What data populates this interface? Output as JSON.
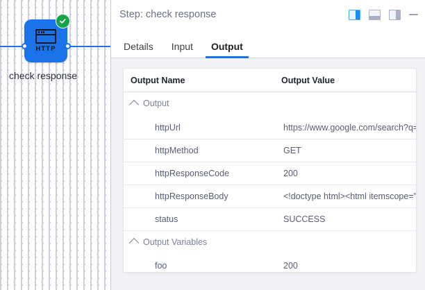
{
  "canvas": {
    "node": {
      "label": "check response",
      "icon": "http-browser-icon",
      "icon_text": "HTTP",
      "color": "#1a73e8",
      "status": "success",
      "status_icon": "check-circle-icon",
      "status_color": "#17a54a"
    }
  },
  "panel": {
    "header": {
      "title": "Step: check response",
      "actions": [
        {
          "name": "layout-side-panel",
          "icon": "panel-right-split-icon",
          "active": true
        },
        {
          "name": "layout-bottom-panel",
          "icon": "panel-bottom-icon",
          "active": false
        },
        {
          "name": "layout-right-panel",
          "icon": "panel-right-icon",
          "active": false
        },
        {
          "name": "minimize",
          "icon": "minimize-dash-icon",
          "active": false
        }
      ]
    },
    "tabs": [
      {
        "label": "Details",
        "active": false
      },
      {
        "label": "Input",
        "active": false
      },
      {
        "label": "Output",
        "active": true
      }
    ],
    "table": {
      "headers": {
        "name": "Output Name",
        "value": "Output Value"
      },
      "groups": [
        {
          "label": "Output",
          "expanded": true,
          "rows": [
            {
              "name": "httpUrl",
              "value": "https://www.google.com/search?q="
            },
            {
              "name": "httpMethod",
              "value": "GET"
            },
            {
              "name": "httpResponseCode",
              "value": "200"
            },
            {
              "name": "httpResponseBody",
              "value": "<!doctype html><html itemscope=\""
            },
            {
              "name": "status",
              "value": "SUCCESS"
            }
          ]
        },
        {
          "label": "Output Variables",
          "expanded": true,
          "rows": [
            {
              "name": "foo",
              "value": "200"
            }
          ]
        }
      ]
    }
  }
}
